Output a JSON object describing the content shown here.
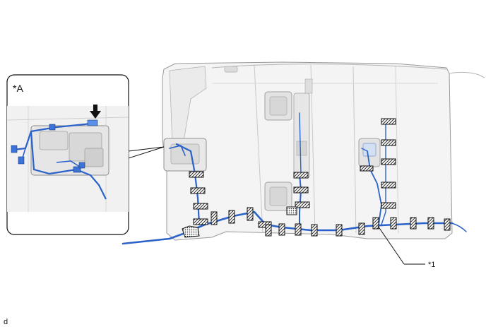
{
  "labels": {
    "inset": "*A",
    "callout": "*1",
    "corner": "d"
  },
  "colors": {
    "harness": "#2a62c9",
    "clip_fill": "#1e1e1e",
    "outline": "#9a9a9a",
    "panel": "#e9e9e9"
  },
  "icons": {
    "pointer": "down-arrow-icon",
    "clip": "hatched-clip-icon",
    "connector": "dotted-connector-icon"
  }
}
